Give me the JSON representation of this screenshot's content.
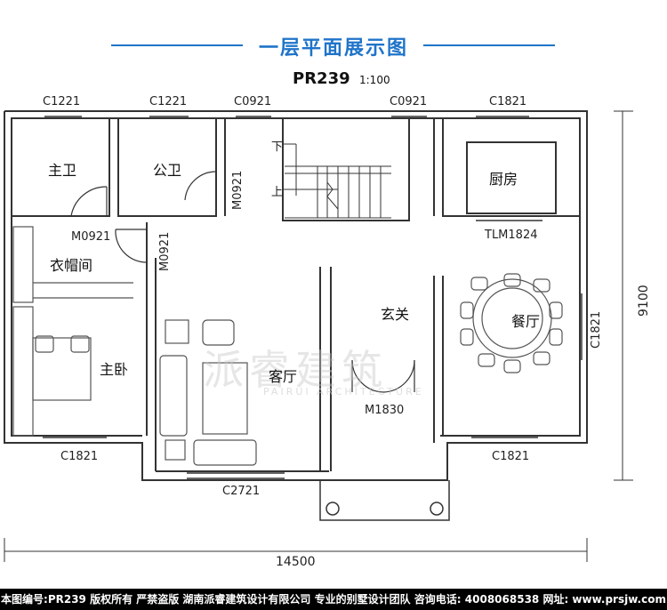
{
  "title": "一层平面展示图",
  "plan_code": "PR239",
  "scale": "1:100",
  "windows": {
    "c1221_a": "C1221",
    "c1221_b": "C1221",
    "c0921_a": "C0921",
    "c0921_b": "C0921",
    "c1821_top": "C1821",
    "c1821_right": "C1821",
    "c1821_bl": "C1821",
    "c1821_br": "C1821",
    "c2721": "C2721",
    "tlm1824": "TLM1824"
  },
  "doors": {
    "m0921_h": "M0921",
    "m0921_v1": "M0921",
    "m0921_v2": "M0921",
    "m1830": "M1830"
  },
  "rooms": {
    "master_bath": "主卫",
    "public_bath": "公卫",
    "kitchen": "厨房",
    "cloakroom": "衣帽间",
    "master_bedroom": "主卧",
    "living_room": "客厅",
    "foyer": "玄关",
    "dining_room": "餐厅"
  },
  "stairs": {
    "down": "下",
    "up": "上"
  },
  "dimensions": {
    "width": "14500",
    "depth": "9100"
  },
  "watermark": {
    "main": "派睿建筑",
    "sub": "PAIRUI ARCHITECTURE"
  },
  "footer": "本图编号:PR239 版权所有 严禁盗版 湖南派睿建筑设计有限公司 专业的别墅设计团队 咨询电话: 4008068538 网址: www.prsjw.com"
}
